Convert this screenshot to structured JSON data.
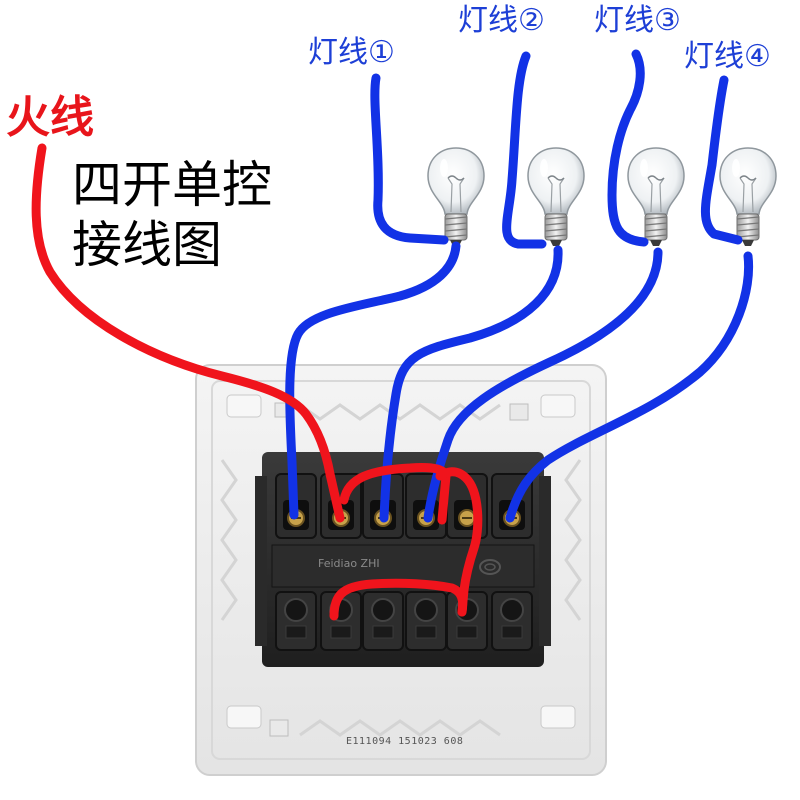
{
  "title_line1": "四开单控",
  "title_line2": "接线图",
  "live_wire_label": "火线",
  "lamp_labels": [
    "灯线①",
    "灯线②",
    "灯线③",
    "灯线④"
  ],
  "switch": {
    "brand_text": "Feidiao ZHI",
    "serial_text": "E111094  151023  608",
    "top_terminals": 6,
    "bottom_terminals": 6
  },
  "colors": {
    "live_wire": "#f0141c",
    "lamp_wire": "#1232e6",
    "lamp_label": "#1d3fd6",
    "live_label": "#e8151b"
  },
  "lamp_count": 4,
  "icons": [
    "light-bulb-icon",
    "switch-back-plate"
  ]
}
